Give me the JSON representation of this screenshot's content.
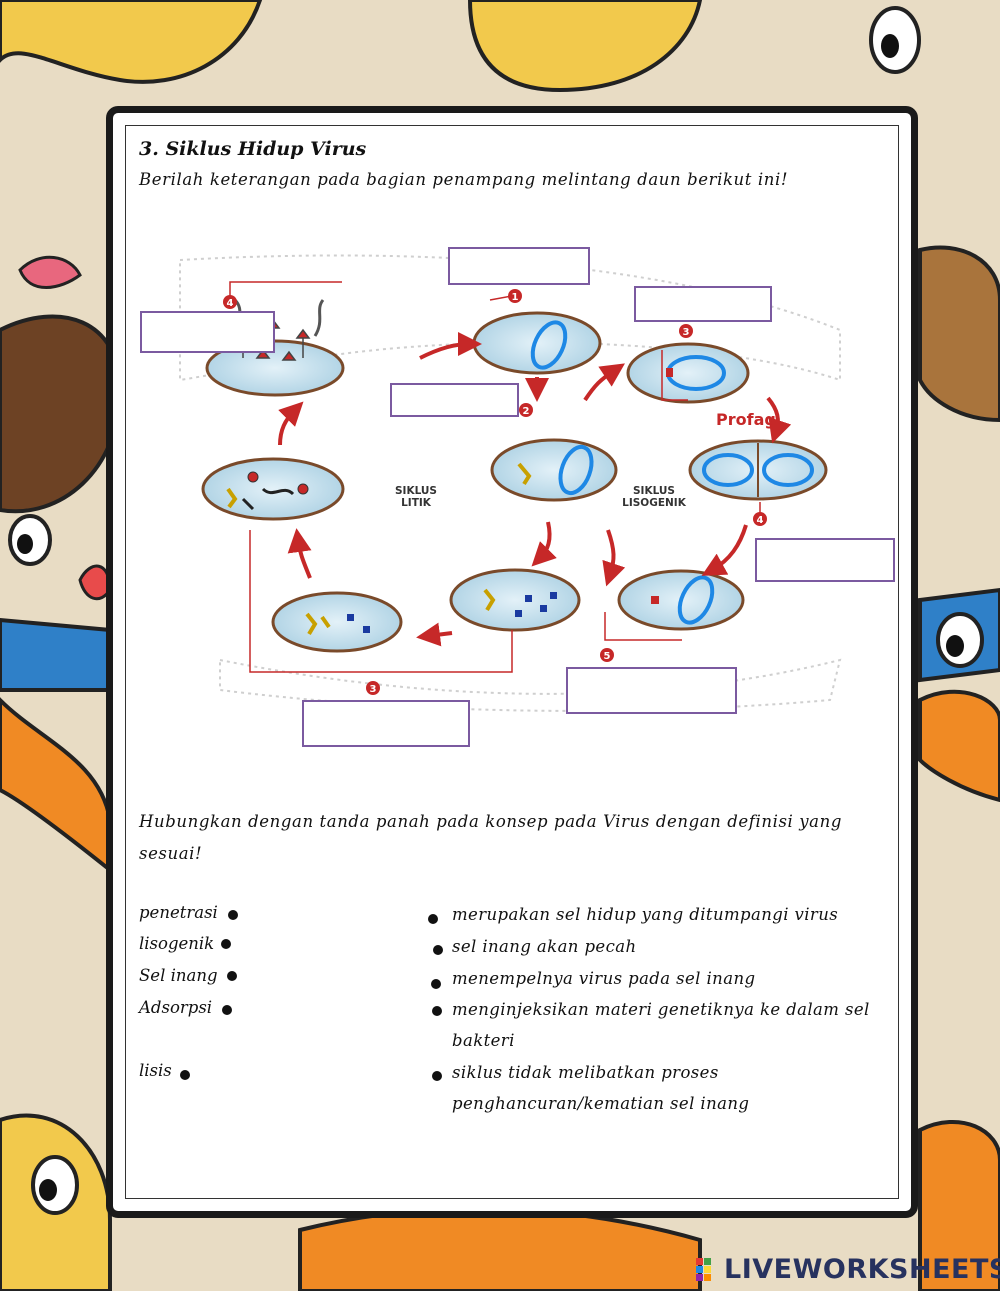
{
  "worksheet": {
    "title": "3. Siklus Hidup Virus",
    "instruction": "Berilah keterangan pada bagian penampang melintang daun berikut ini!"
  },
  "diagram": {
    "label_litik": [
      "SIKLUS",
      "LITIK"
    ],
    "label_lisogenik": [
      "SIKLUS",
      "LISOGENIK"
    ],
    "profag_label": "Profag",
    "markers": [
      "1",
      "2",
      "3",
      "4",
      "3",
      "4",
      "5"
    ]
  },
  "matching": {
    "question": "Hubungkan dengan tanda panah pada konsep pada Virus dengan definisi yang sesuai!",
    "terms": [
      "penetrasi",
      "lisogenik",
      "Sel inang",
      "Adsorpsi",
      "lisis"
    ],
    "definitions": [
      "merupakan sel hidup yang ditumpangi virus",
      "sel inang akan pecah",
      "menempelnya virus pada sel inang",
      "menginjeksikan materi genetiknya ke dalam sel bakteri",
      "siklus tidak melibatkan proses penghancuran/kematian sel inang"
    ]
  },
  "brand": {
    "name": "LIVEWORKSHEETS",
    "icon": "liveworksheets-logo-icon"
  },
  "colors": {
    "box_border": "#7b5aa0",
    "arrow": "#c62828",
    "dna": "#1e88e5",
    "background": "#e9dcc2"
  }
}
